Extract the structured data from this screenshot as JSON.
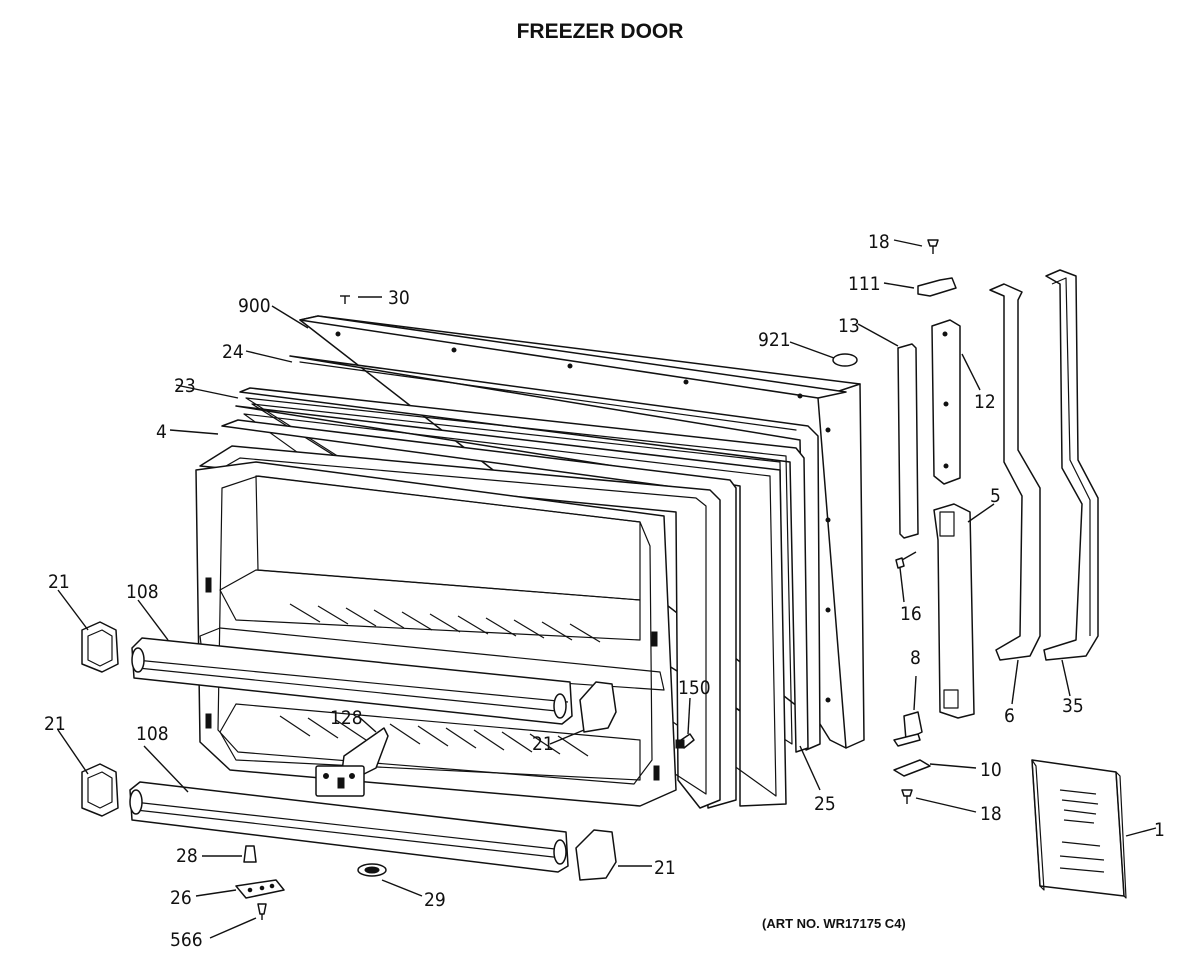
{
  "title": "FREEZER DOOR",
  "art_number": "(ART NO. WR17175 C4)",
  "callouts": {
    "c18a": "18",
    "c111": "111",
    "c13": "13",
    "c12": "12",
    "c921": "921",
    "c900": "900",
    "c30": "30",
    "c24": "24",
    "c23": "23",
    "c4": "4",
    "c5": "5",
    "c6": "6",
    "c35": "35",
    "c16": "16",
    "c8": "8",
    "c21a": "21",
    "c108a": "108",
    "c150": "150",
    "c128": "128",
    "c21b": "21",
    "c21c": "21",
    "c108b": "108",
    "c10": "10",
    "c18b": "18",
    "c25": "25",
    "c1": "1",
    "c28": "28",
    "c21d": "21",
    "c26": "26",
    "c29": "29",
    "c566": "566"
  }
}
